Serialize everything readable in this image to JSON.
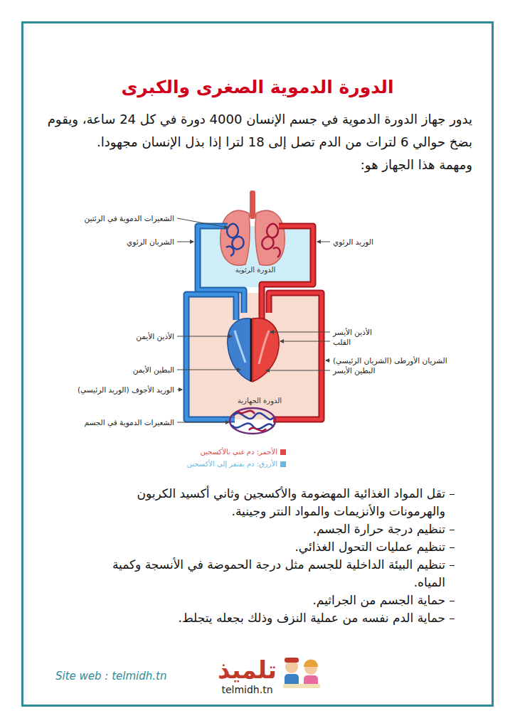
{
  "diagram": {
    "title": "الدورة الدموية الصغرى والكبرى",
    "nodes": [
      {
        "text": [
          "الدورة الرئوية"
        ]
      },
      {
        "text": [
          "الدورة الجهازية"
        ]
      }
    ],
    "labels": [
      "يدور جهاز الدورة الدموية في جسم الإنسان 4000 دورة في كل 24 ساعة، ويقوم بضخ حوالي 6 لترات من الدم تصل إلى 18 لترا إذا بذل الإنسان مجهودا.",
      "ومهمة هذا الجهاز هو:",
      "الشعيرات الدموية في الرئتين",
      "الشريان الرئوي",
      "الوريد الرئوي",
      "الأذين الأيسر",
      "القلب",
      "الأذين الأيمن",
      "الشريان الأورطى (الشريان الرئيسي)",
      "البطين الأيمن",
      "البطين الأيسر",
      "الوريد الأجوف (الوريد الرئيسي)",
      "الشعيرات الدموية في الجسم",
      "تقل المواد الغذائية المهضومة والأكسجين وثاني أكسيد الكربون والهرمونات والأنزيمات والمواد النتر وجينية.",
      "تنظيم درجة حرارة الجسم.",
      "تنظيم عمليات التحول الغذائي.",
      "تنظيم البيئة الداخلية للجسم مثل درجة الحموضة في الأنسجة وكمية المياه.",
      "حماية الجسم من الجراثيم.",
      "حماية الدم نفسه من عملية النزف وذلك بجعله يتجلط.",
      "Site web : telmidh.tn",
      "تلميذ",
      "telmidh.tn"
    ],
    "legend": [
      {
        "text": "الأحمر: دم غني بالأكسجين",
        "color": "#e04848"
      },
      {
        "text": "الأزرق: دم يفتقر إلى الأكسجين",
        "color": "#6ab7e0"
      }
    ]
  }
}
